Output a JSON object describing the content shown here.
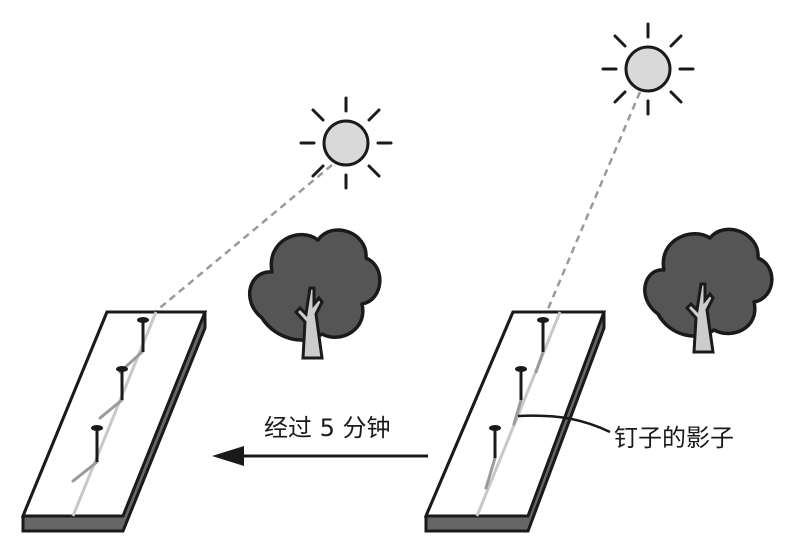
{
  "labels": {
    "arrow_text": "经过 5 分钟",
    "shadow_callout": "钉子的影子"
  },
  "icons": [
    "sun-icon",
    "tree-icon",
    "board-with-nails",
    "arrow-left"
  ],
  "colors": {
    "line": "#1a1a1a",
    "sun_fill": "#d9d9d9",
    "tree_fill": "#555555",
    "trunk_fill": "#cccccc",
    "board_side": "#666666",
    "shadow": "#9a9a9a"
  }
}
